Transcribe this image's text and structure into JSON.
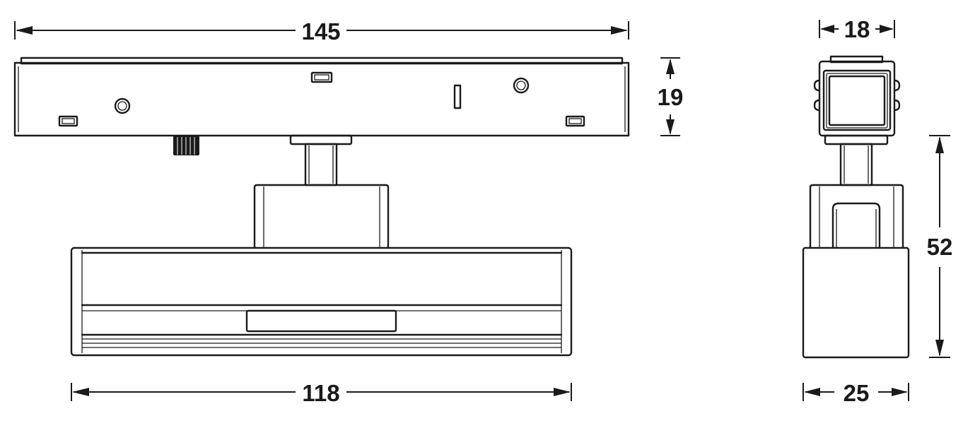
{
  "dimensions": {
    "front_width": "145",
    "front_height": "19",
    "head_width": "118",
    "side_top_width": "18",
    "side_height": "52",
    "side_bottom_width": "25"
  },
  "colors": {
    "line": "#1a1a1a",
    "background": "#ffffff"
  }
}
